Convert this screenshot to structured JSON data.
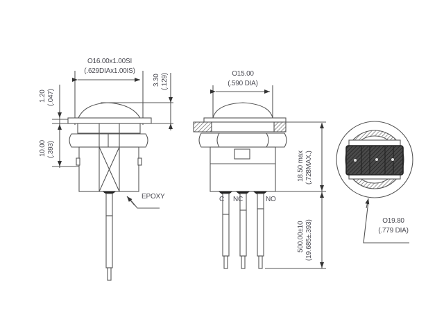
{
  "diagram": {
    "type": "engineering-drawing",
    "subject": "Momentary pushbutton switch with wire leads",
    "line_color": "#555555",
    "text_color": "#4a4a52",
    "views": {
      "side_view": {
        "dim_top_mm": "O16.00x1.00SI",
        "dim_top_in": "(.629DIAx1.00IS)",
        "dim_cap_height_mm": "3.30",
        "dim_cap_height_in": "(.129)",
        "dim_flange_mm": "1.20",
        "dim_flange_in": "(.047)",
        "dim_thread_mm": "10.00",
        "dim_thread_in": "(.393)",
        "callout": "EPOXY"
      },
      "front_view": {
        "dim_top_mm": "O15.00",
        "dim_top_in": "(.590 DIA)",
        "terminals": [
          "C",
          "NC",
          "NO"
        ],
        "dim_body_mm": "18.50 max",
        "dim_body_in": "(.728MAX.)",
        "dim_lead_mm": "500.00±10",
        "dim_lead_in": "(19.685±.393)"
      },
      "bottom_view": {
        "dim_diameter_mm": "O19.80",
        "dim_diameter_in": "(.779 DIA)"
      }
    }
  }
}
